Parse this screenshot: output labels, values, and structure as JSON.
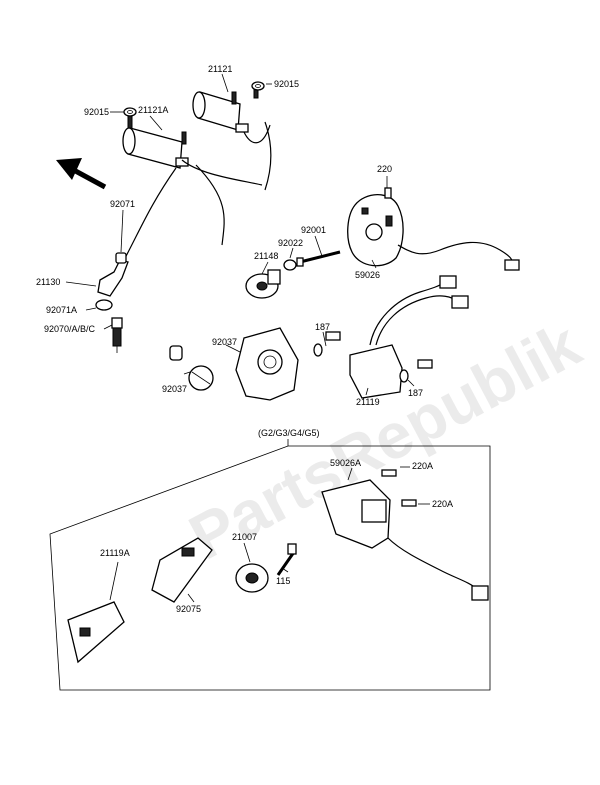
{
  "watermark": "PartsRepublik",
  "group_label": "(G2/G3/G4/G5)",
  "labels": {
    "p21121": "21121",
    "p92015_right": "92015",
    "p92015_left": "92015",
    "p21121A": "21121A",
    "p220": "220",
    "p92071": "92071",
    "p92001": "92001",
    "p92022": "92022",
    "p21148": "21148",
    "p59026": "59026",
    "p21130": "21130",
    "p92071A": "92071A",
    "p92070": "92070/A/B/C",
    "p187_left": "187",
    "p92037_top": "92037",
    "p92037_bottom": "92037",
    "p21119": "21119",
    "p187_right": "187",
    "p59026A": "59026A",
    "p220A_top": "220A",
    "p220A_bottom": "220A",
    "p21007": "21007",
    "p21119A": "21119A",
    "p115": "115",
    "p92075": "92075"
  }
}
